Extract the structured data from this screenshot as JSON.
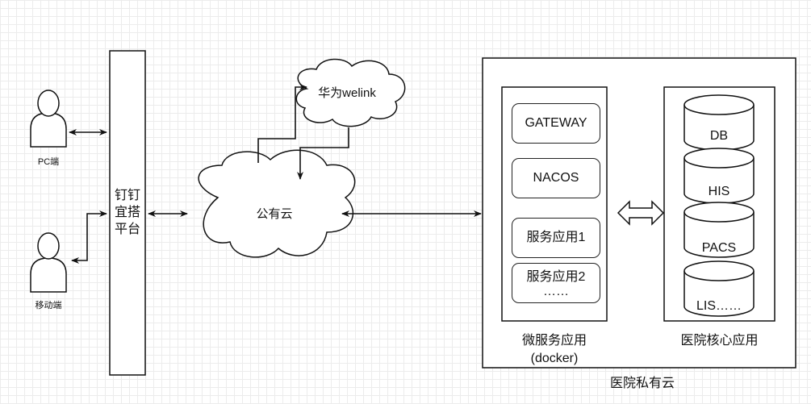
{
  "actors": {
    "pc": "PC端",
    "mobile": "移动端"
  },
  "platform": {
    "line1": "钉钉",
    "line2": "宜搭",
    "line3": "平台"
  },
  "clouds": {
    "welink": "华为welink",
    "public": "公有云"
  },
  "microservices": {
    "gateway": "GATEWAY",
    "nacos": "NACOS",
    "service1": "服务应用1",
    "service2": "服务应用2",
    "ellipsis": "……",
    "title_line1": "微服务应用",
    "title_line2": "(docker)"
  },
  "core": {
    "db": "DB",
    "his": "HIS",
    "pacs": "PACS",
    "lis": "LIS……",
    "title": "医院核心应用"
  },
  "private_cloud_title": "医院私有云"
}
